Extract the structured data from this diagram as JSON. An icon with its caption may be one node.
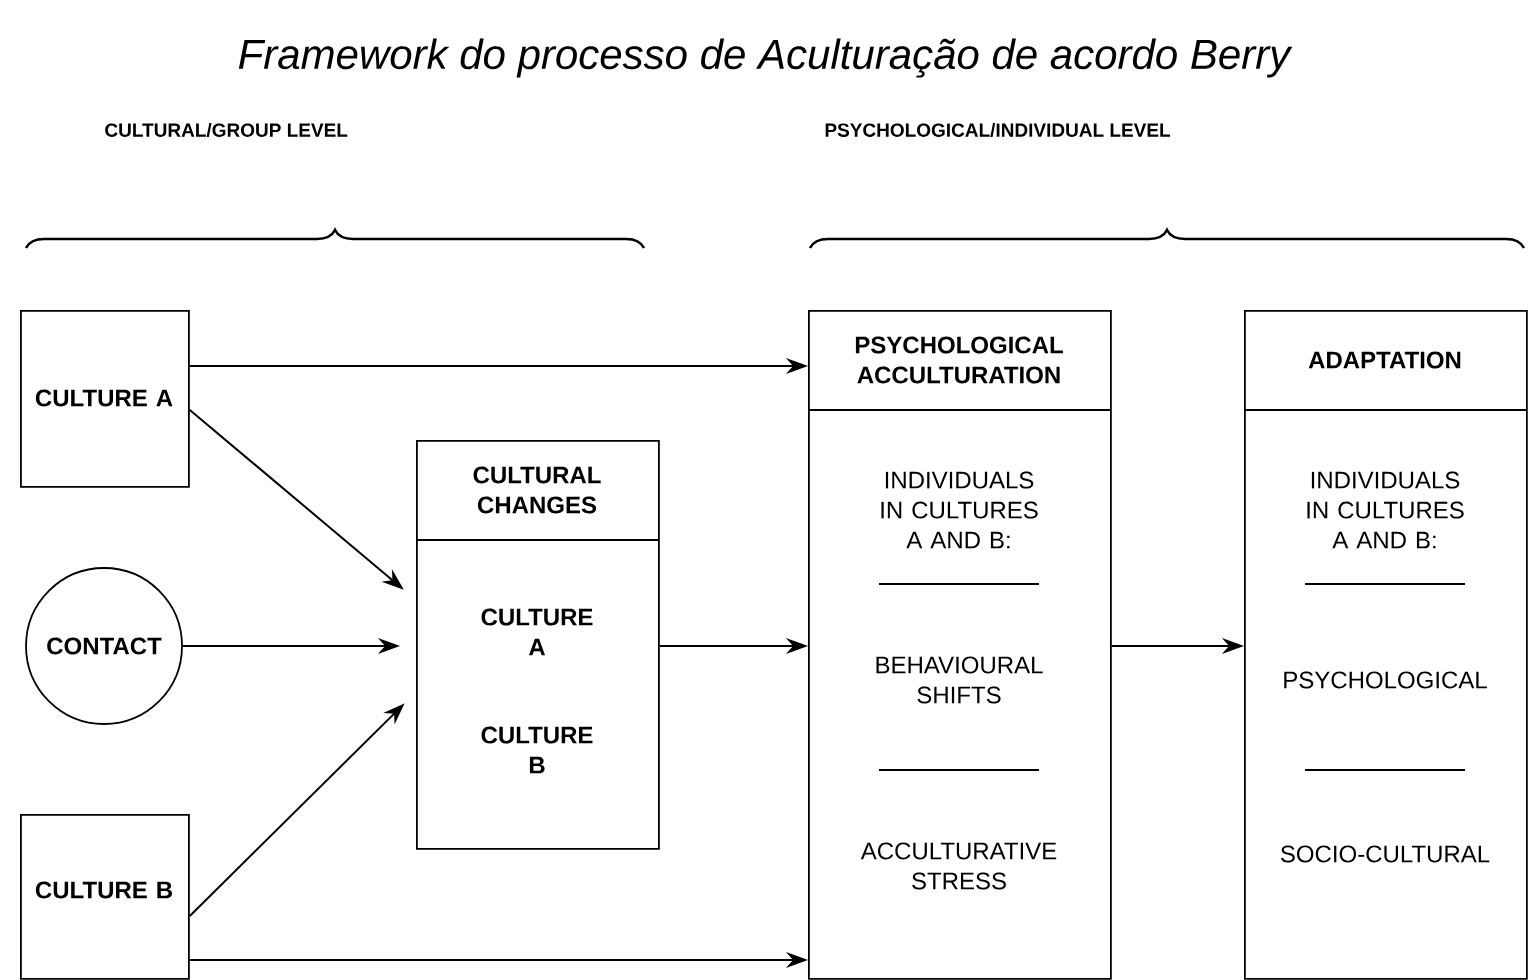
{
  "diagram": {
    "title": "Framework do processo de Aculturação de acordo Berry",
    "nodes": [
      {
        "text": [
          "CULTURE A"
        ]
      },
      {
        "text": [
          "CONTACT"
        ]
      },
      {
        "text": [
          "CULTURE B"
        ]
      },
      {
        "text": [
          "CULTURAL CHANGES",
          "CULTURE A",
          "CULTURE B"
        ]
      },
      {
        "text": [
          "PSYCHOLOGICAL ACCULTURATION",
          "INDIVIDUALS IN CULTURES A AND B:",
          "BEHAVIOURAL SHIFTS",
          "ACCULTURATIVE STRESS"
        ]
      },
      {
        "text": [
          "ADAPTATION",
          "INDIVIDUALS IN CULTURES A AND B:",
          "PSYCHOLOGICAL",
          "SOCIO-CULTURAL"
        ]
      }
    ],
    "edges": [
      {
        "from": 0,
        "to": 4,
        "arrow": "to"
      },
      {
        "from": 0,
        "to": 3,
        "arrow": "to"
      },
      {
        "from": 1,
        "to": 3,
        "arrow": "to"
      },
      {
        "from": 2,
        "to": 3,
        "arrow": "to"
      },
      {
        "from": 3,
        "to": 4,
        "arrow": "to"
      },
      {
        "from": 2,
        "to": 4,
        "arrow": "to"
      },
      {
        "from": 4,
        "to": 5,
        "arrow": "to"
      }
    ],
    "labels": [
      "CULTURAL/GROUP LEVEL",
      "PSYCHOLOGICAL/INDIVIDUAL LEVEL"
    ]
  }
}
